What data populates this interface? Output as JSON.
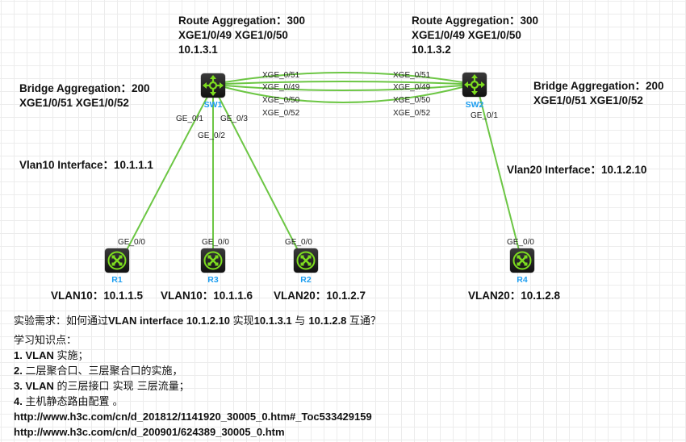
{
  "colors": {
    "link": "#6cc644",
    "device_label": "#1e9ef0",
    "device_icon": "#7ddc1f"
  },
  "devices": {
    "sw1": {
      "name": "SW1",
      "icon": "switch-icon"
    },
    "sw2": {
      "name": "SW2",
      "icon": "switch-icon"
    },
    "r1": {
      "name": "R1",
      "icon": "router-icon"
    },
    "r3": {
      "name": "R3",
      "icon": "router-icon"
    },
    "r2": {
      "name": "R2",
      "icon": "router-icon"
    },
    "r4": {
      "name": "R4",
      "icon": "router-icon"
    }
  },
  "annotations": {
    "sw1_route_agg": [
      "Route Aggregation：300",
      "XGE1/0/49  XGE1/0/50",
      "10.1.3.1"
    ],
    "sw2_route_agg": [
      "Route Aggregation：300",
      "XGE1/0/49  XGE1/0/50",
      "10.1.3.2"
    ],
    "sw1_bridge_agg": [
      "Bridge Aggregation：200",
      "XGE1/0/51  XGE1/0/52"
    ],
    "sw2_bridge_agg": [
      "Bridge Aggregation：200",
      "XGE1/0/51  XGE1/0/52"
    ],
    "vlan10_if": "Vlan10 Interface：10.1.1.1",
    "vlan20_if": "Vlan20 Interface：10.1.2.10",
    "r1_addr": "VLAN10：10.1.1.5",
    "r3_addr": "VLAN10：10.1.1.6",
    "r2_addr": "VLAN20：10.1.2.7",
    "r4_addr": "VLAN20：10.1.2.8"
  },
  "ports": {
    "sw1_xge": [
      "XGE_0/51",
      "XGE_0/49",
      "XGE_0/50",
      "XGE_0/52"
    ],
    "sw2_xge": [
      "XGE_0/51",
      "XGE_0/49",
      "XGE_0/50",
      "XGE_0/52"
    ],
    "sw1_ge1": "GE_0/1",
    "sw1_ge2": "GE_0/2",
    "sw1_ge3": "GE_0/3",
    "sw2_ge1": "GE_0/1",
    "r1_ge": "GE_0/0",
    "r3_ge": "GE_0/0",
    "r2_ge": "GE_0/0",
    "r4_ge": "GE_0/0"
  },
  "notes": {
    "requirement_cn1": "实验需求：如何通过",
    "requirement_en1": "VLAN interface 10.1.2.10 ",
    "requirement_cn2": "实现",
    "requirement_en2": "10.1.3.1 ",
    "requirement_cn3": "与 ",
    "requirement_en3": "10.1.2.8 ",
    "requirement_cn4": "互通？",
    "heading": "学习知识点：",
    "items": [
      {
        "num": "1. ",
        "parts": [
          [
            "en",
            "VLAN "
          ],
          [
            "cn",
            "实施；"
          ]
        ]
      },
      {
        "num": "2. ",
        "parts": [
          [
            "cn",
            "二层聚合口、三层聚合口的实施，"
          ]
        ]
      },
      {
        "num": "3. ",
        "parts": [
          [
            "en",
            "VLAN "
          ],
          [
            "cn",
            "的三层接口 实现 三层流量；"
          ]
        ]
      },
      {
        "num": "4. ",
        "parts": [
          [
            "cn",
            "主机静态路由配置 。"
          ]
        ]
      }
    ],
    "links": [
      "http://www.h3c.com/cn/d_201812/1141920_30005_0.htm#_Toc533429159",
      "http://www.h3c.com/cn/d_200901/624389_30005_0.htm"
    ]
  }
}
